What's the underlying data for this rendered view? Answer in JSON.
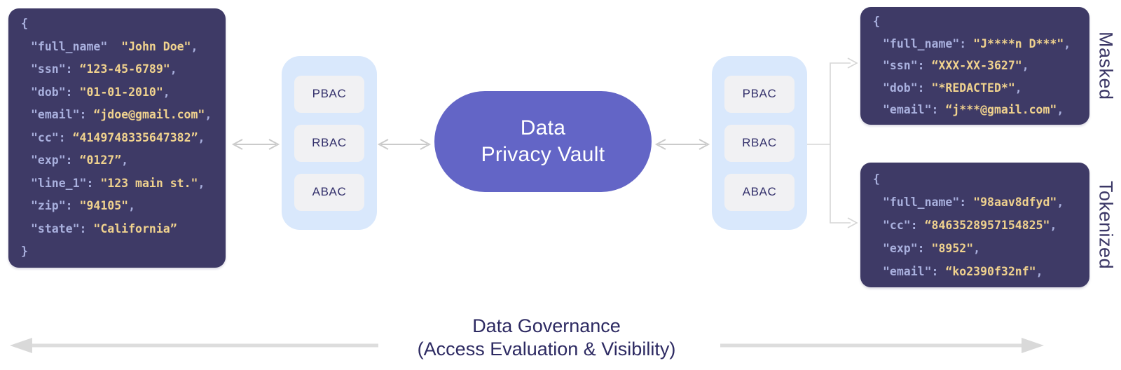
{
  "diagram_title": "Data Privacy Vault access-control diagram",
  "vault": {
    "line1": "Data",
    "line2": "Privacy Vault"
  },
  "access_panels": {
    "left": {
      "items": [
        "PBAC",
        "RBAC",
        "ABAC"
      ]
    },
    "right": {
      "items": [
        "PBAC",
        "RBAC",
        "ABAC"
      ]
    }
  },
  "labels": {
    "masked": "Masked",
    "tokenized": "Tokenized"
  },
  "governance": {
    "line1": "Data Governance",
    "line2": "(Access Evaluation & Visibility)"
  },
  "code_blocks": {
    "source": {
      "lines": [
        {
          "brace": "{"
        },
        {
          "key": "\"full_name\"",
          "colon": "  ",
          "value": "\"John Doe\"",
          "comma": ","
        },
        {
          "key": "\"ssn\"",
          "colon": ": ",
          "value": "“123-45-6789\"",
          "comma": ","
        },
        {
          "key": "\"dob\"",
          "colon": ": ",
          "value": "\"01-01-2010\"",
          "comma": ","
        },
        {
          "key": "\"email\"",
          "colon": ": ",
          "value": "“jdoe@gmail.com\"",
          "comma": ","
        },
        {
          "key": "\"cc\"",
          "colon": ": ",
          "value": "“4149748335647382”",
          "comma": ","
        },
        {
          "key": "\"exp\"",
          "colon": ": ",
          "value": "“0127”",
          "comma": ","
        },
        {
          "key": "\"line_1\"",
          "colon": ": ",
          "value": "\"123 main st.\"",
          "comma": ","
        },
        {
          "key": "\"zip\"",
          "colon": ": ",
          "value": "\"94105\"",
          "comma": ","
        },
        {
          "key": "\"state\"",
          "colon": ": ",
          "value": "\"California”",
          "comma": ""
        },
        {
          "brace": "}"
        }
      ]
    },
    "masked": {
      "lines": [
        {
          "brace": "{"
        },
        {
          "key": "\"full_name\"",
          "colon": ": ",
          "value": "\"J****n D***\"",
          "comma": ","
        },
        {
          "key": "\"ssn\"",
          "colon": ": ",
          "value": "“XXX-XX-3627\"",
          "comma": ","
        },
        {
          "key": "\"dob\"",
          "colon": ": ",
          "value": "\"*REDACTED*\"",
          "comma": ","
        },
        {
          "key": "\"email\"",
          "colon": ": ",
          "value": "“j***@gmail.com\"",
          "comma": ","
        }
      ]
    },
    "tokenized": {
      "lines": [
        {
          "brace": "{"
        },
        {
          "key": "\"full_name\"",
          "colon": ": ",
          "value": "\"98aav8dfyd\"",
          "comma": ","
        },
        {
          "key": "\"cc\"",
          "colon": ": ",
          "value": "“8463528957154825\"",
          "comma": ","
        },
        {
          "key": "\"exp\"",
          "colon": ": ",
          "value": "\"8952\"",
          "comma": ","
        },
        {
          "key": "\"email\"",
          "colon": ": ",
          "value": "“ko2390f32nf\"",
          "comma": ","
        }
      ]
    }
  },
  "colors": {
    "code_bg": "#3E3A66",
    "code_key": "#A9B0DE",
    "code_value": "#F0D28E",
    "panel_bg": "#D9E8FC",
    "panel_item_bg": "#F1F1F3",
    "vault_bg": "#6365C6",
    "connector_arrow": "#CBCBCB",
    "governance_arrow": "#DDDDDD",
    "label_text": "#2D2A62"
  }
}
